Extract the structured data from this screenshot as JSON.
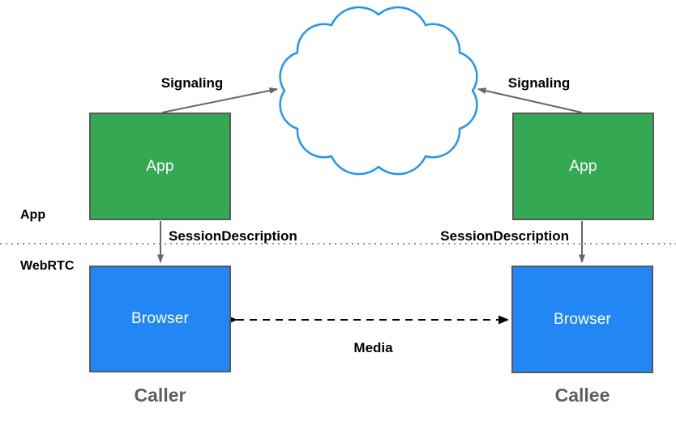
{
  "layers": {
    "app_label": "App",
    "webrtc_label": "WebRTC"
  },
  "nodes": {
    "caller_app_label": "App",
    "callee_app_label": "App",
    "caller_browser_label": "Browser",
    "callee_browser_label": "Browser"
  },
  "arrows": {
    "signaling_left_label": "Signaling",
    "signaling_right_label": "Signaling",
    "session_description_left_label": "SessionDescription",
    "session_description_right_label": "SessionDescription",
    "media_label": "Media"
  },
  "endpoints": {
    "caller_label": "Caller",
    "callee_label": "Callee"
  },
  "colors": {
    "app_box_fill": "#35a853",
    "browser_box_fill": "#2287f4",
    "box_border": "#595959",
    "cloud_stroke": "#2196f3",
    "signaling_arrow": "#666666",
    "media_arrow": "#000000",
    "layer_divider": "#8f8f8f",
    "endpoint_text": "#5f5f5f",
    "box_text": "#ffffff",
    "label_text": "#000000"
  }
}
